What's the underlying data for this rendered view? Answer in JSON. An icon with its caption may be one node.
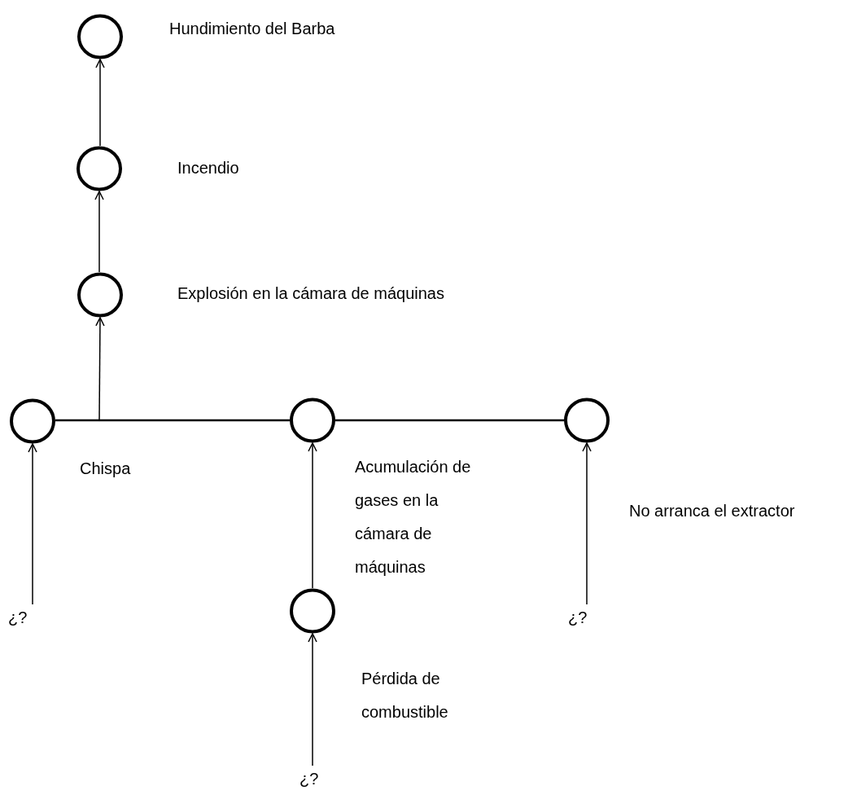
{
  "diagram": {
    "nodes": [
      {
        "text": [],
        "shape": "circle",
        "beside": [
          "Hundimiento del Barba"
        ]
      },
      {
        "text": [],
        "shape": "circle",
        "beside": [
          "Incendio"
        ]
      },
      {
        "text": [],
        "shape": "circle",
        "beside": [
          "Explosión en la cámara de máquinas"
        ]
      },
      {
        "text": [],
        "shape": "circle",
        "beside": [
          "Chispa"
        ]
      },
      {
        "text": [],
        "shape": "circle",
        "beside": [
          "Acumulación de gases en la cámara de máquinas"
        ]
      },
      {
        "text": [],
        "shape": "circle"
      },
      {
        "text": [
          "¿?"
        ]
      },
      {
        "text": [],
        "shape": "circle",
        "beside": [
          "Pérdida de combustible"
        ]
      },
      {
        "text": [
          "¿?"
        ]
      },
      {
        "text": [
          "¿?"
        ]
      }
    ],
    "edges": [
      {
        "from": 1,
        "to": 0,
        "arrow": "to"
      },
      {
        "from": 2,
        "to": 1,
        "arrow": "to"
      },
      {
        "from": null,
        "to": 2,
        "arrow": "to"
      },
      {
        "from": 3,
        "to": 4,
        "arrow": "none"
      },
      {
        "from": 4,
        "to": 5,
        "arrow": "none"
      },
      {
        "from": 6,
        "to": 3,
        "arrow": "to"
      },
      {
        "from": 7,
        "to": 4,
        "arrow": "to"
      },
      {
        "from": 8,
        "to": 5,
        "arrow": "to"
      },
      {
        "from": 9,
        "to": 7,
        "arrow": "to"
      }
    ],
    "labels": [
      "No arranca el extractor"
    ]
  }
}
